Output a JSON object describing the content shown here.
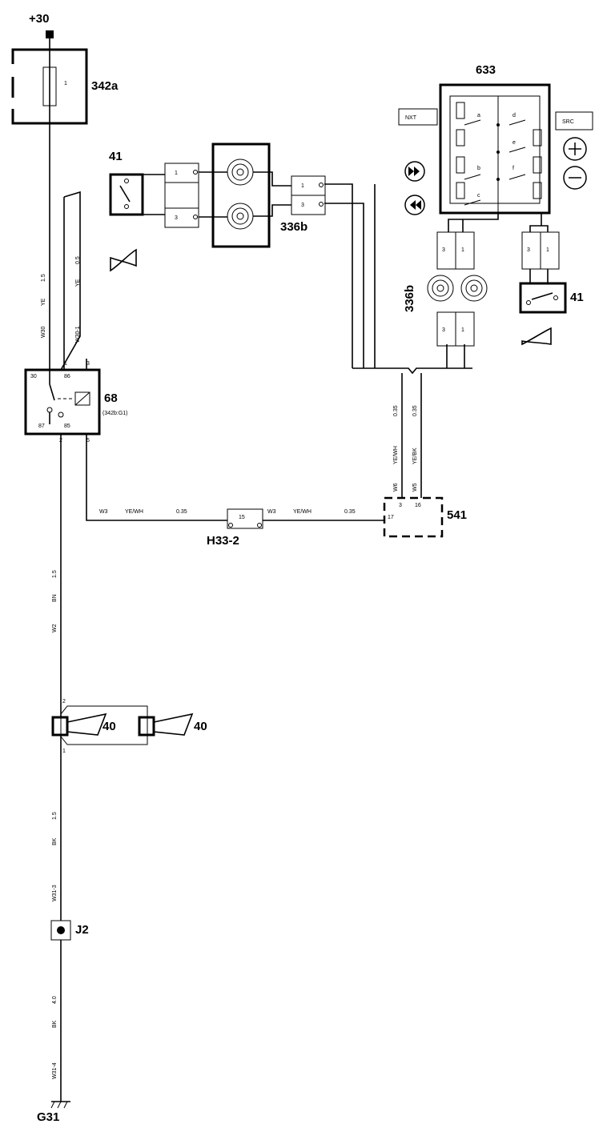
{
  "labels": {
    "supply": "+30",
    "fuse_box": "342a",
    "fuse_num": "1",
    "relay": "68",
    "relay_ref": "(342b:G1)",
    "horn_switch_left": "41",
    "horn_switch_right": "41",
    "contact_reel_top": "336b",
    "contact_reel_right": "336b",
    "steering_module": "633",
    "nxt": "NXT",
    "src": "SRC",
    "horn1": "40",
    "horn2": "40",
    "connector_h33": "H33-2",
    "ecu": "541",
    "splice": "J2",
    "ground": "G31"
  },
  "relay_pins": {
    "p30": "30",
    "p86": "86",
    "p87": "87",
    "p85": "85",
    "t1": "1",
    "t3": "3",
    "t2": "2",
    "t5": "5"
  },
  "module_switch_letters": {
    "a": "a",
    "b": "b",
    "c": "c",
    "d": "d",
    "e": "e",
    "f": "f"
  },
  "connector_pins": {
    "c1": "1",
    "c3": "3",
    "h33_pin": "15",
    "ecu3": "3",
    "ecu16": "16",
    "ecu17": "17",
    "horn_pin2": "2",
    "horn_pin1": "1"
  },
  "wires": {
    "w30_size": "1.5",
    "w30_color": "YE",
    "w30_id": "W30",
    "w301_size": "0.5",
    "w301_color": "YE",
    "w301_id": "W30-1",
    "w3a_id": "W3",
    "w3a_color": "YE/WH",
    "w3a_size": "0.35",
    "w3b_id": "W3",
    "w3b_color": "YE/WH",
    "w3b_size": "0.35",
    "w6_size": "0.35",
    "w6_color": "YE/WH",
    "w6_id": "W6",
    "w5_size": "0.35",
    "w5_color": "YE/BK",
    "w5_id": "W5",
    "w2_size": "1.5",
    "w2_color": "BN",
    "w2_id": "W2",
    "w313_size": "1.5",
    "w313_color": "BK",
    "w313_id": "W31-3",
    "w314_size": "4.0",
    "w314_color": "BK",
    "w314_id": "W31-4"
  }
}
